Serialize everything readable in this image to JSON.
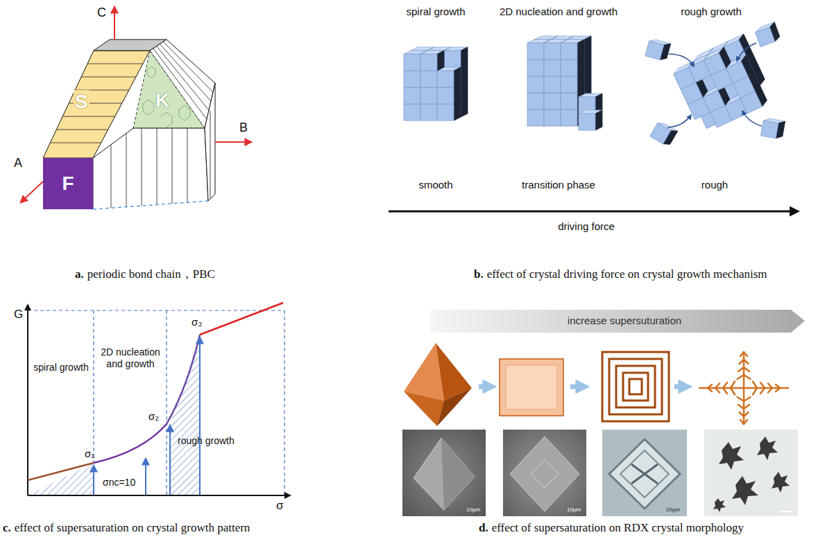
{
  "diagram": {
    "nodes": [
      {
        "text": [
          "F"
        ]
      }
    ],
    "labels": [
      "C",
      "B",
      "A",
      "S",
      "K",
      "a.",
      "periodic bond chain，PBC",
      "spiral growth",
      "2D nucleation and growth",
      "rough growth",
      "smooth",
      "transition phase",
      "rough",
      "driving force",
      "b.",
      "effect of crystal driving force on crystal growth mechanism",
      "G",
      "σ",
      "spiral growth",
      "2D nucleation and growth",
      "rough growth",
      "σ₁",
      "σnc=10",
      "σ₂",
      "σ₃",
      "c.",
      "effect of supersaturation on crystal growth pattern",
      "increase supersuturation",
      "10μm",
      "10μm",
      "20μm",
      "d.",
      "effect of supersaturation on RDX crystal morphology"
    ]
  }
}
